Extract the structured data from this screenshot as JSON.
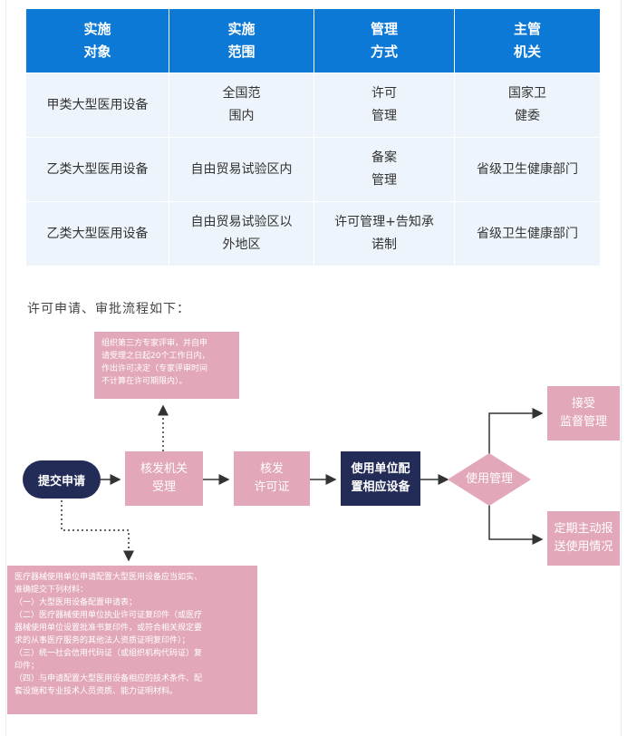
{
  "table": {
    "headers": [
      "实施\n对象",
      "实施\n范围",
      "管理\n方式",
      "主管\n机关"
    ],
    "rows": [
      [
        "甲类大型医用设备",
        "全国范\n围内",
        "许可\n管理",
        "国家卫\n健委"
      ],
      [
        "乙类大型医用设备",
        "自由贸易试验区内",
        "备案\n管理",
        "省级卫生健康部门"
      ],
      [
        "乙类大型医用设备",
        "自由贸易试验区以\n外地区",
        "许可管理+告知承\n诺制",
        "省级卫生健康部门"
      ]
    ]
  },
  "intro": "许可申请、审批流程如下：",
  "flow": {
    "submit": "提交申请",
    "accept": "核发机关\n受理",
    "issue": "核发\n许可证",
    "configure": "使用单位配\n置相应设备",
    "use_manage": "使用管理",
    "supervise": "接受\n监督管理",
    "report": "定期主动报\n送使用情况",
    "review_note": "组织第三方专家评审，并自申\n请受理之日起20个工作日内，\n作出许可决定（专家评审时间\n不计算在许可期限内）。",
    "materials_note": "医疗器械使用单位申请配置大型医用设备应当如实、\n准确提交下列材料：\n（一）大型医用设备配置申请表；\n（二）医疗器械使用单位执业许可证复印件（或医疗\n器械使用单位设置批准书复印件，或符合相关规定要\n求的从事医疗服务的其他法人资质证明复印件）；\n（三）统一社会信用代码证（或组织机构代码证）复\n印件；\n（四）与申请配置大型医用设备相应的技术条件、配\n套设施和专业技术人员资质、能力证明材料。"
  },
  "colors": {
    "header_bg": "#0d79d6",
    "row_bg": "#eef4fb",
    "pink": "#e2a7b8",
    "navy": "#232c56"
  }
}
